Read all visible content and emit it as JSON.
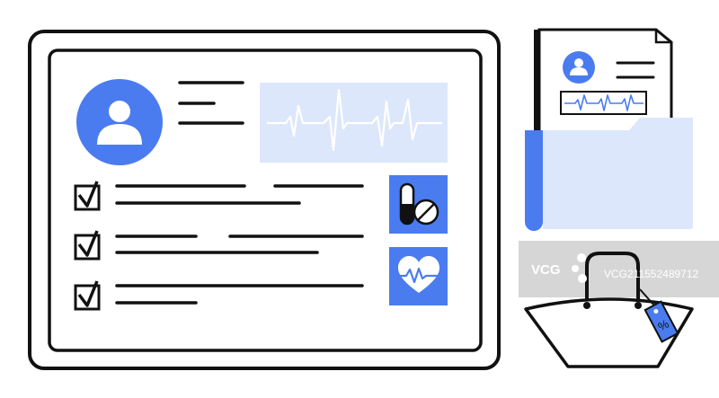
{
  "illustration": {
    "subject": "medical record tablet with folder and shopping bag",
    "colors": {
      "accent": "#4a7cf0",
      "accent_light": "#dde7fb",
      "outline": "#111111",
      "background": "#ffffff"
    },
    "tablet": {
      "profile_icon": "user-avatar-icon",
      "checklist_items": [
        {
          "checked": true
        },
        {
          "checked": true
        },
        {
          "checked": true
        }
      ],
      "tiles": [
        "pill-capsule-icon",
        "heart-pulse-icon"
      ]
    },
    "folder": {
      "document_icon": "user-avatar-icon"
    },
    "shopping_bag": {
      "tag_text": "%"
    }
  },
  "watermark": {
    "logo": "VCG",
    "id_text": "VCG211552489712"
  }
}
